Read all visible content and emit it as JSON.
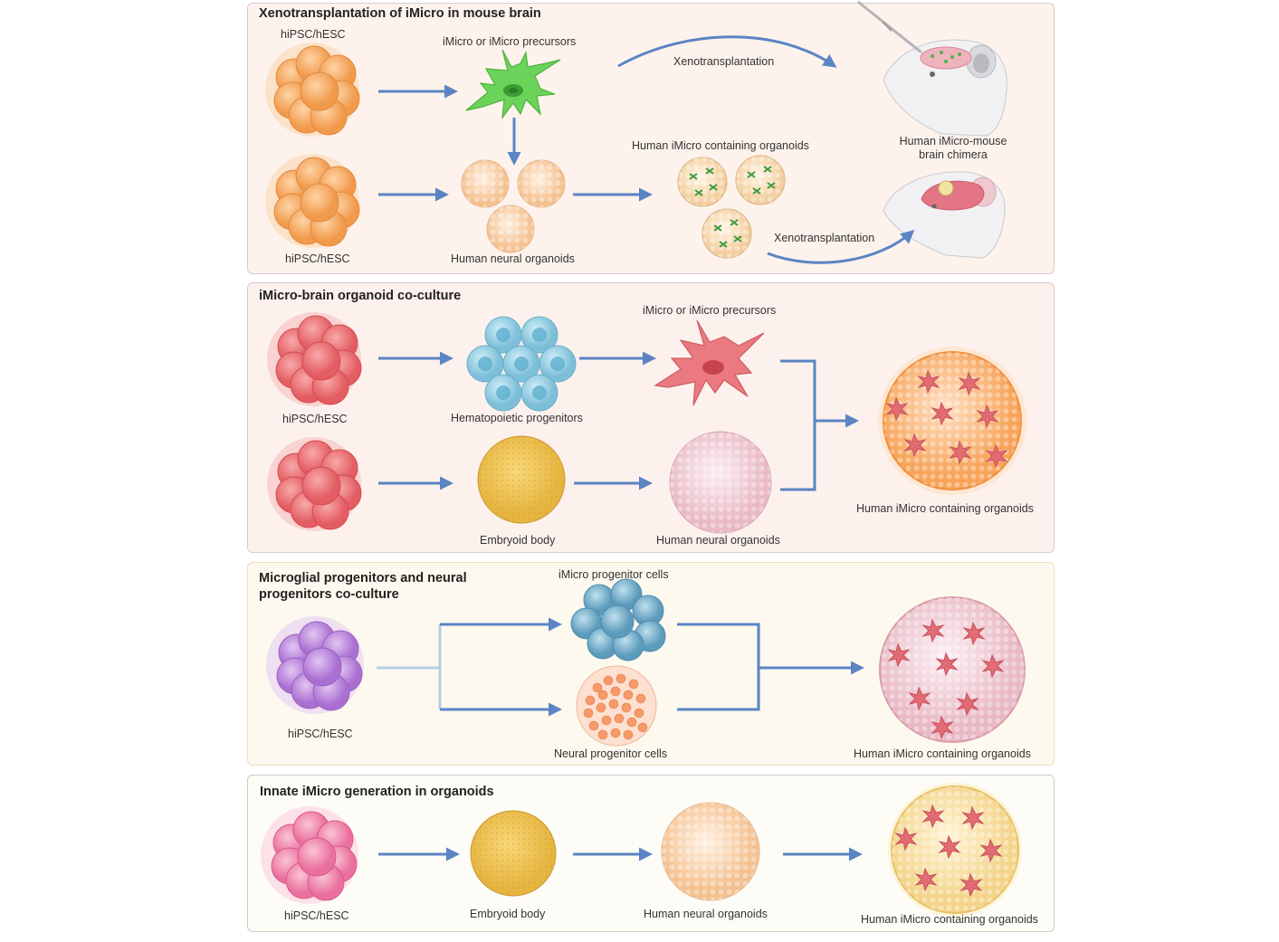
{
  "panels": [
    {
      "title": "Xenotransplantation of iMicro in mouse brain",
      "labels": {
        "stem_top": "hiPSC/hESC",
        "precursors": "iMicro or iMicro precursors",
        "xeno_top": "Xenotransplantation",
        "chimera": "Human iMicro-mouse brain chimera",
        "containing": "Human iMicro containing organoids",
        "stem_bottom": "hiPSC/hESC",
        "neural_organoids": "Human neural organoids",
        "xeno_bottom": "Xenotransplantation"
      }
    },
    {
      "title": "iMicro-brain organoid co-culture",
      "labels": {
        "precursors": "iMicro or iMicro precursors",
        "stem": "hiPSC/hESC",
        "hematopoietic": "Hematopoietic progenitors",
        "embryoid": "Embryoid body",
        "neural_organoids": "Human neural organoids",
        "containing": "Human iMicro containing organoids"
      }
    },
    {
      "title": "Microglial progenitors and neural progenitors co-culture",
      "labels": {
        "progenitor_cells": "iMicro progenitor cells",
        "stem": "hiPSC/hESC",
        "neural_progenitor": "Neural progenitor cells",
        "containing": "Human iMicro containing organoids"
      }
    },
    {
      "title": "Innate iMicro generation in organoids",
      "labels": {
        "stem": "hiPSC/hESC",
        "embryoid": "Embryoid body",
        "neural_organoids": "Human neural organoids",
        "containing": "Human iMicro containing organoids"
      }
    }
  ],
  "colors": {
    "arrow": "#5b84c4",
    "panel1_bg": "#fdf3ec",
    "panel2_bg": "#fdf1ed",
    "panel3_bg": "#fdf9ee",
    "panel4_bg": "#fdfcf6",
    "orange_cells": "#f5a55a",
    "red_cells": "#e96a6e",
    "purple_cells": "#b684d8",
    "pink_cells": "#ef86ab",
    "blue_cells": "#8fcbe0",
    "microglia_green": "#6cd35a",
    "microglia_red": "#ea7a80"
  }
}
